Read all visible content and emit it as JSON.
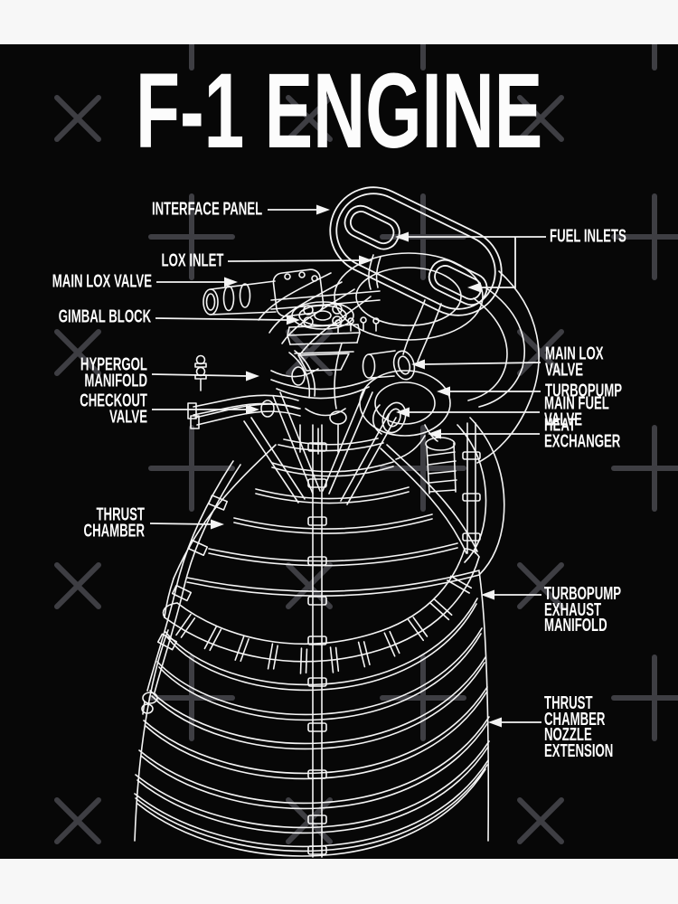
{
  "title": {
    "text": "F-1 ENGINE"
  },
  "colors": {
    "background": "#070707",
    "paper_band": "#f7f7f7",
    "line_art": "#f4f4f4",
    "label_text": "#ffffff",
    "watermark": "#3e3e43"
  },
  "labels": {
    "left": [
      {
        "text": "INTERFACE PANEL"
      },
      {
        "text": "LOX INLET"
      },
      {
        "text": "MAIN LOX VALVE"
      },
      {
        "text": "GIMBAL BLOCK"
      },
      {
        "text": "HYPERGOL MANIFOLD"
      },
      {
        "text": "CHECKOUT VALVE"
      },
      {
        "text": "THRUST CHAMBER"
      }
    ],
    "right": [
      {
        "text": "FUEL INLETS"
      },
      {
        "text": "MAIN LOX VALVE"
      },
      {
        "text": "TURBOPUMP"
      },
      {
        "text": "MAIN FUEL VALVE"
      },
      {
        "text": "HEAT EXCHANGER"
      },
      {
        "text": "TURBOPUMP\nEXHAUST\nMANIFOLD"
      },
      {
        "text": "THRUST CHAMBER\nNOZZLE EXTENSION"
      }
    ]
  }
}
